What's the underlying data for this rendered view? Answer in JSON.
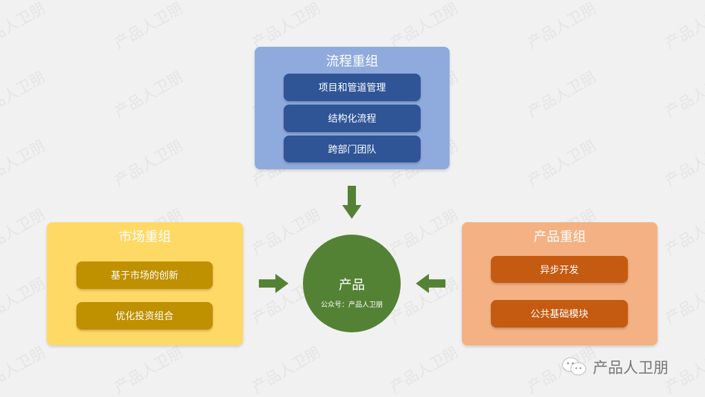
{
  "watermark": "产品人卫朋",
  "top": {
    "title": "流程重组",
    "items": [
      "项目和管道管理",
      "结构化流程",
      "跨部门团队"
    ]
  },
  "left": {
    "title": "市场重组",
    "items": [
      "基于市场的创新",
      "优化投资组合"
    ]
  },
  "right": {
    "title": "产品重组",
    "items": [
      "异步开发",
      "公共基础模块"
    ]
  },
  "center": {
    "title": "产品",
    "subtitle": "公众号：产品人卫朋"
  },
  "footer": {
    "brand": "产品人卫朋"
  },
  "colors": {
    "top_panel": "#8faadc",
    "top_item": "#2f5597",
    "left_panel": "#ffd966",
    "left_item": "#bf9000",
    "right_panel": "#f4b183",
    "right_item": "#c55a11",
    "center": "#548235",
    "arrow": "#548235"
  }
}
